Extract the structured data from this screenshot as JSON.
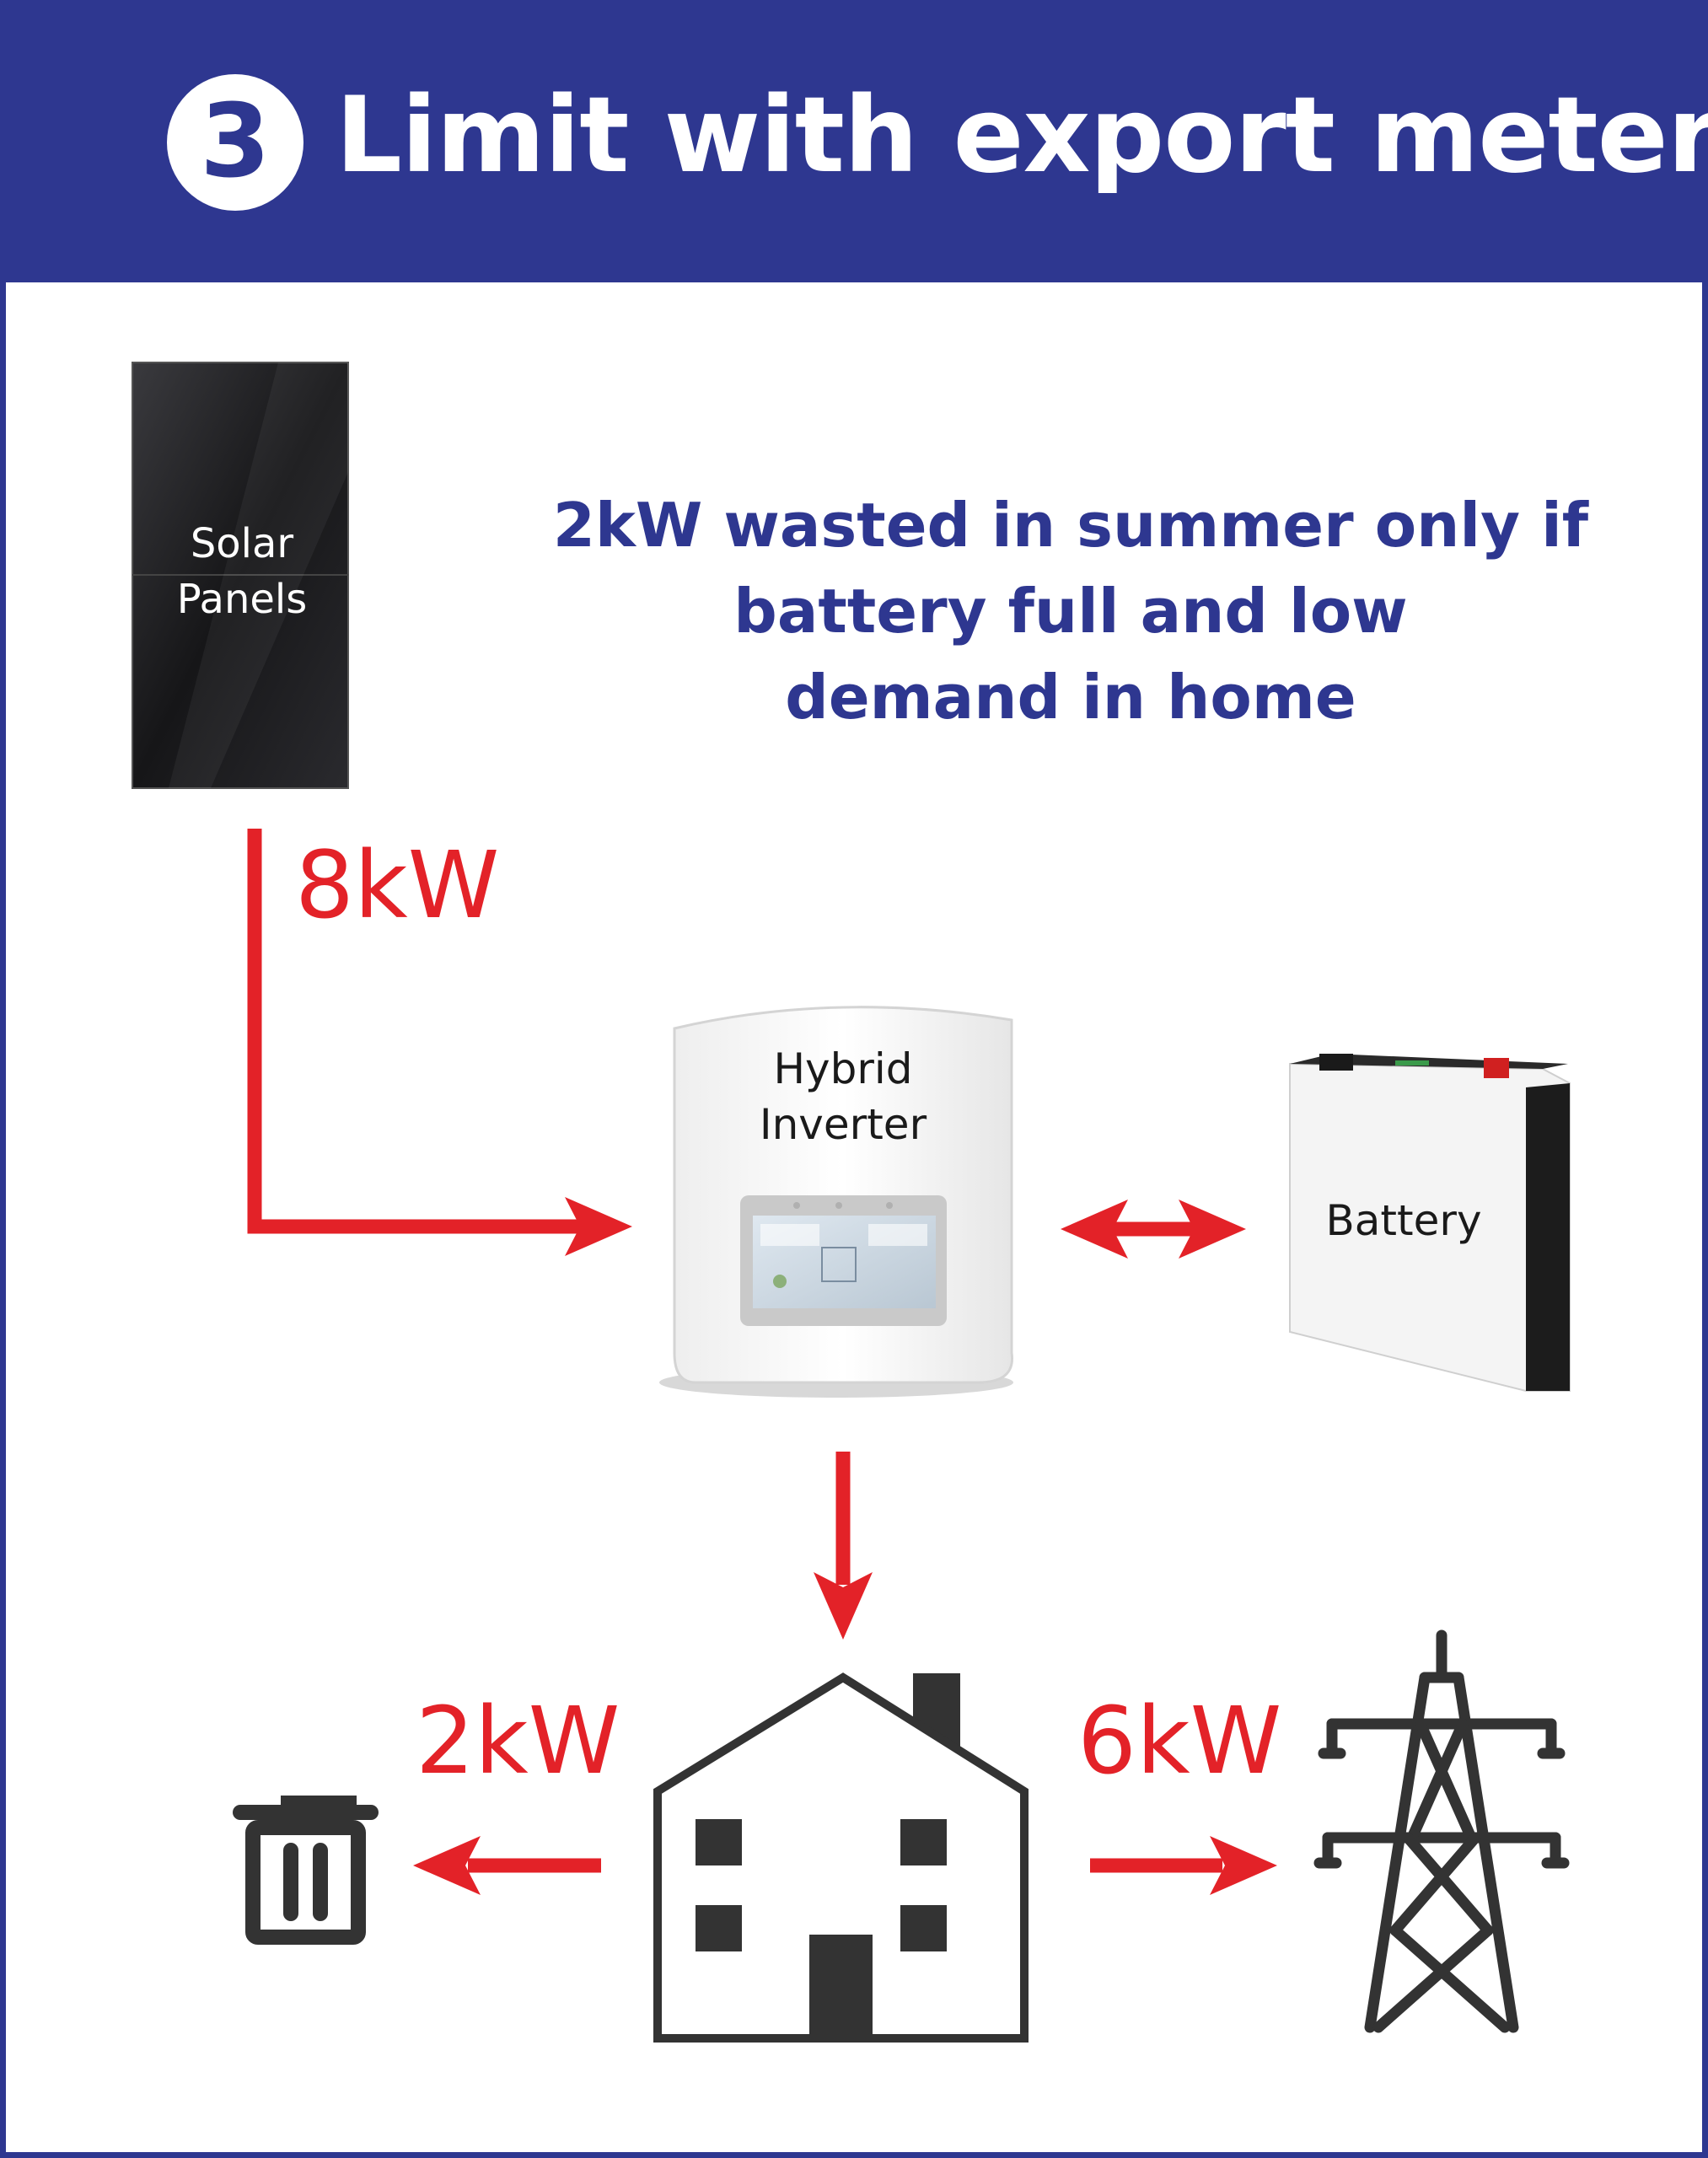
{
  "header": {
    "step_number": "3",
    "title": "Limit with export meter"
  },
  "note": {
    "lines": [
      "2kW wasted in summer only if",
      "battery full and low",
      "demand in home"
    ]
  },
  "solar_panels": {
    "label_lines": [
      "Solar",
      "Panels"
    ]
  },
  "inverter": {
    "label_lines": [
      "Hybrid",
      "Inverter"
    ]
  },
  "battery": {
    "label": "Battery"
  },
  "flows": {
    "solar_to_inverter": "8kW",
    "home_to_waste": "2kW",
    "home_to_grid": "6kW"
  },
  "icons": {
    "waste": "trash-bin-icon",
    "home": "house-icon",
    "grid": "pylon-icon"
  },
  "colors": {
    "header_bg": "#2e3790",
    "note_text": "#2e3790",
    "flow_arrows": "#e32228",
    "icons": "#333333"
  }
}
